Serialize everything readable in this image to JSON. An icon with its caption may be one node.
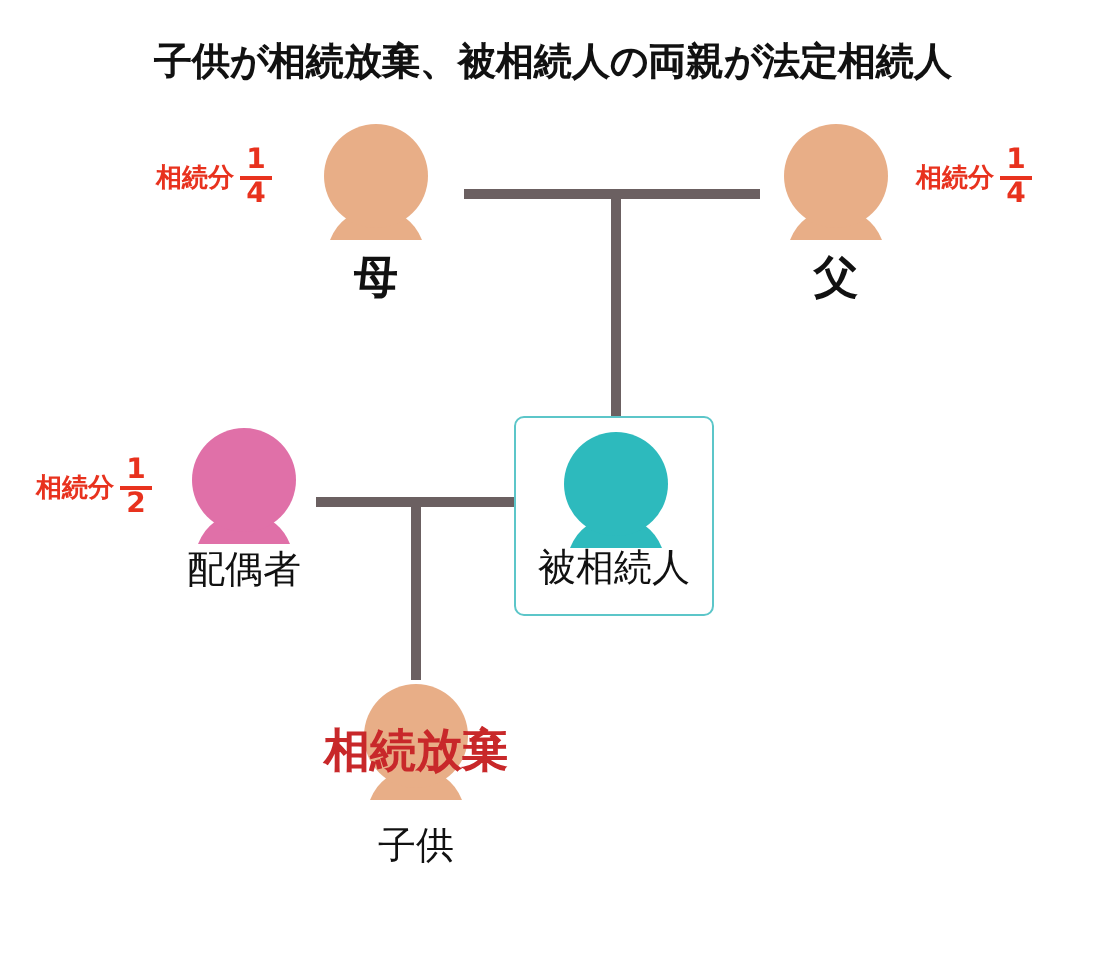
{
  "diagram": {
    "title": "子供が相続放棄、被相続人の両親が法定相続人",
    "nodes": [
      {
        "text": [
          "母"
        ],
        "beside": [
          "相続分",
          "1",
          "4"
        ]
      },
      {
        "text": [
          "父"
        ],
        "beside": [
          "相続分",
          "1",
          "4"
        ]
      },
      {
        "text": [
          "配偶者"
        ],
        "beside": [
          "相続分",
          "1",
          "2"
        ]
      },
      {
        "text": [
          "被相続人"
        ]
      },
      {
        "text": [
          "相続放棄",
          "子供"
        ]
      }
    ],
    "edges": [
      {
        "from": 0,
        "to": 1,
        "arrow": "none"
      },
      {
        "from": 0,
        "to": 3,
        "arrow": "none"
      },
      {
        "from": 1,
        "to": 3,
        "arrow": "none"
      },
      {
        "from": 2,
        "to": 3,
        "arrow": "none"
      },
      {
        "from": 2,
        "to": 4,
        "arrow": "none"
      },
      {
        "from": 3,
        "to": 4,
        "arrow": "none"
      }
    ]
  }
}
